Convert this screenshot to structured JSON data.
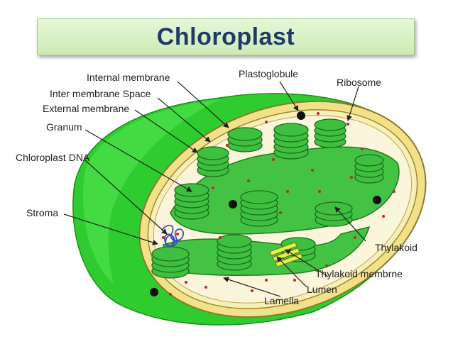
{
  "title": "Chloroplast",
  "labels": {
    "internal_membrane": "Internal membrane",
    "inter_membrane_space": "Inter membrane Space",
    "external_membrane": "External membrane",
    "granum": "Granum",
    "chloroplast_dna": "Chloroplast DNA",
    "stroma": "Stroma",
    "plastoglobule": "Plastoglobule",
    "ribosome": "Ribosome",
    "thylakoid": "Thylakoid",
    "thylakoid_membrane": "Thylakoid membrne",
    "lumen": "Lumen",
    "lamella": "Lamella"
  },
  "colors": {
    "title_text": "#1f3a66",
    "outer_green": "#2ecc2e",
    "membrane_yellow": "#f3e18a",
    "stroma_fill": "#fbf5dc",
    "granum_green": "#3fbf3f",
    "ribosome_red": "#c0282a",
    "dna_blue": "#3e4fc2"
  }
}
